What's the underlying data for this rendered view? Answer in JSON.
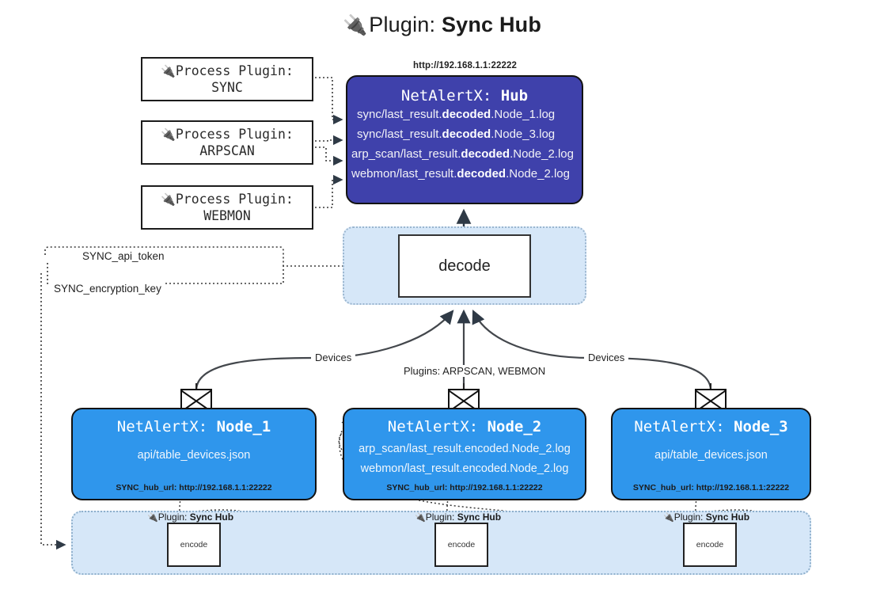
{
  "title": {
    "icon": "plug-icon",
    "prefix": "Plugin:",
    "name": "Sync Hub"
  },
  "process_plugins": [
    {
      "icon": "plug-icon",
      "line1": "Process Plugin:",
      "line2": "SYNC"
    },
    {
      "icon": "plug-icon",
      "line1": "Process Plugin:",
      "line2": "ARPSCAN"
    },
    {
      "icon": "plug-icon",
      "line1": "Process Plugin:",
      "line2": "WEBMON"
    }
  ],
  "hub": {
    "url": "http://192.168.1.1:22222",
    "title_prefix": "NetAlertX:",
    "title_name": "Hub",
    "logs": [
      {
        "pre": "sync/last_result.",
        "strong": "decoded",
        "post": ".Node_1.log"
      },
      {
        "pre": "sync/last_result.",
        "strong": "decoded",
        "post": ".Node_3.log"
      },
      {
        "pre": "arp_scan/last_result.",
        "strong": "decoded",
        "post": ".Node_2.log"
      },
      {
        "pre": "webmon/last_result.",
        "strong": "decoded",
        "post": ".Node_2.log"
      }
    ],
    "fill": "#3f41ab"
  },
  "decode": {
    "label": "decode",
    "container_fill": "#d6e7f8"
  },
  "keys": [
    {
      "label": "SYNC_api_token"
    },
    {
      "label": "SYNC_encryption_key"
    }
  ],
  "edge_labels": {
    "devices_left": "Devices",
    "devices_right": "Devices",
    "plugins_middle": "Plugins: ARPSCAN, WEBMON"
  },
  "nodes": [
    {
      "icon": "envelope-icon",
      "title_prefix": "NetAlertX:",
      "title_name": "Node_1",
      "lines": [
        "api/table_devices.json"
      ],
      "hub_url_label": "SYNC_hub_url: http://192.168.1.1:22222",
      "fill": "#2f96ec"
    },
    {
      "icon": "envelope-icon",
      "title_prefix": "NetAlertX:",
      "title_name": "Node_2",
      "lines": [
        "arp_scan/last_result.encoded.Node_2.log",
        "webmon/last_result.encoded.Node_2.log"
      ],
      "hub_url_label": "SYNC_hub_url: http://192.168.1.1:22222",
      "fill": "#2f96ec"
    },
    {
      "icon": "envelope-icon",
      "title_prefix": "NetAlertX:",
      "title_name": "Node_3",
      "lines": [
        "api/table_devices.json"
      ],
      "hub_url_label": "SYNC_hub_url: http://192.168.1.1:22222",
      "fill": "#2f96ec"
    }
  ],
  "encoders": [
    {
      "plugin_prefix": "Plugin:",
      "plugin_name": "Sync Hub",
      "label": "encode"
    },
    {
      "plugin_prefix": "Plugin:",
      "plugin_name": "Sync Hub",
      "label": "encode"
    },
    {
      "plugin_prefix": "Plugin:",
      "plugin_name": "Sync Hub",
      "label": "encode"
    }
  ]
}
